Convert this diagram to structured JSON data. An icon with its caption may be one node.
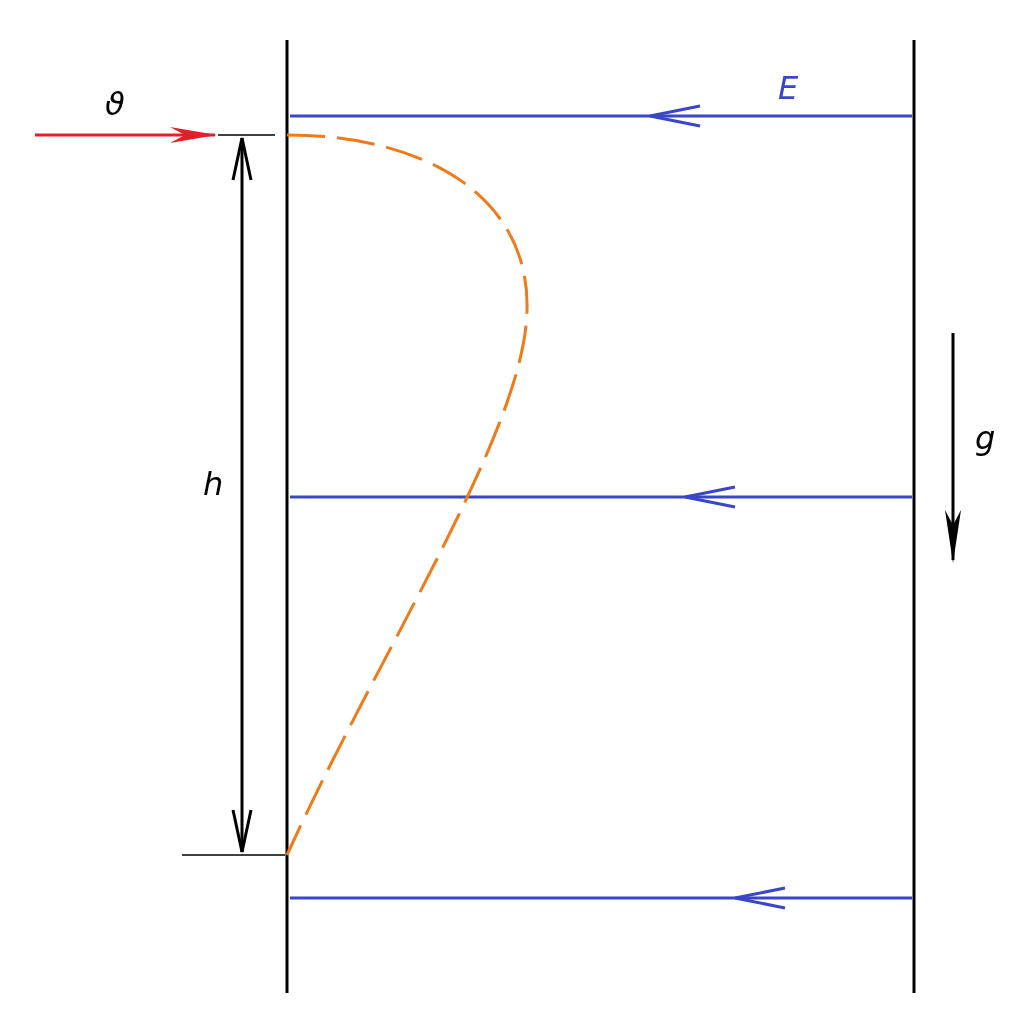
{
  "diagram": {
    "labels": [
      "ϑ",
      "E",
      "h",
      "g"
    ]
  }
}
